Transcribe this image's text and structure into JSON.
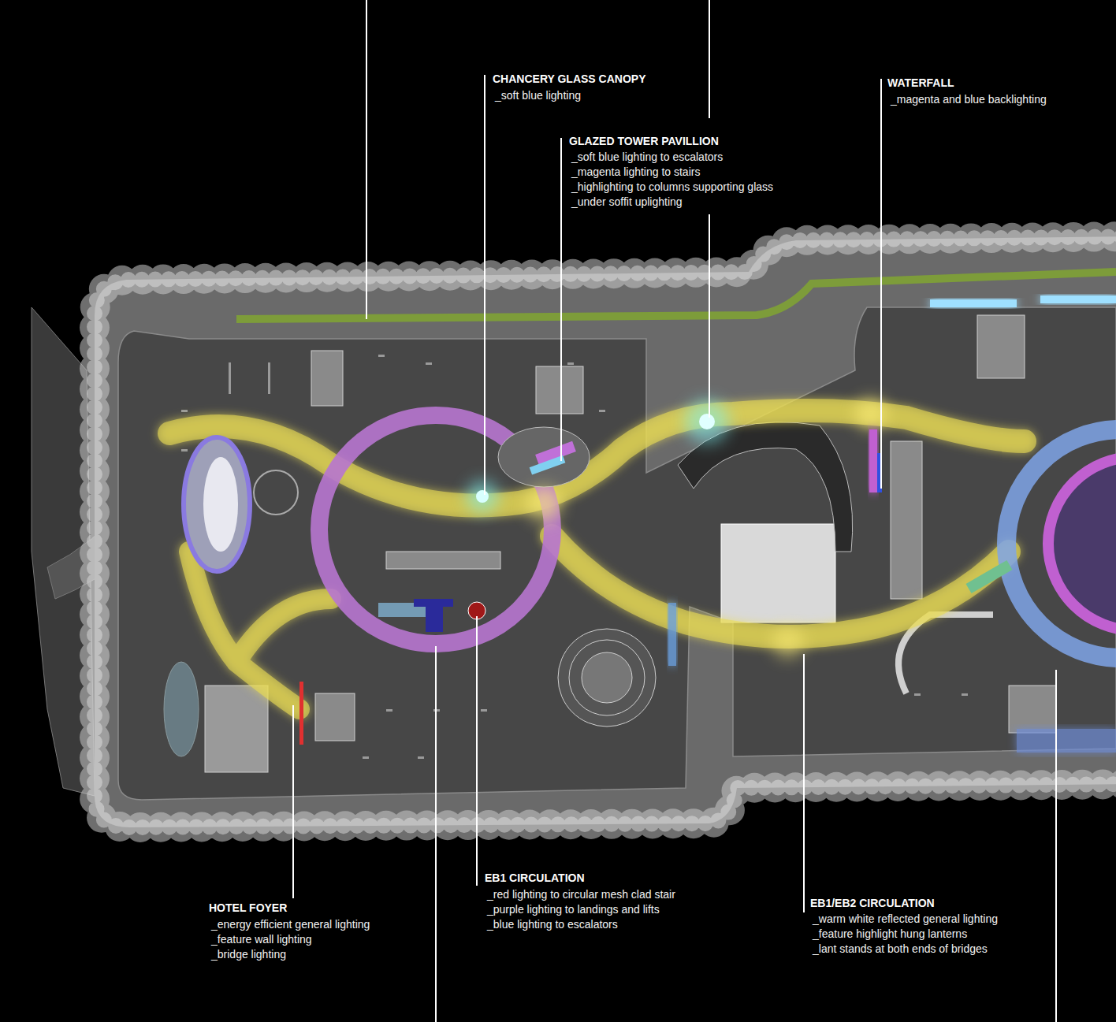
{
  "diagram": {
    "labels": [
      "CHANCERY GLASS CANOPY",
      "_soft blue lighting",
      "GLAZED TOWER PAVILLION",
      "_soft blue lighting to escalators",
      "_magenta lighting to stairs",
      "_highlighting to columns supporting glass",
      "_under soffit uplighting",
      "WATERFALL",
      "_magenta and blue backlighting",
      "HOTEL FOYER",
      "_energy efficient general lighting",
      "_feature wall lighting",
      "_bridge lighting",
      "EB1 CIRCULATION",
      "_red lighting to circular mesh clad stair",
      "_purple lighting to landings and lifts",
      "_blue lighting to escalators",
      "EB1/EB2 CIRCULATION",
      "_warm white reflected general lighting",
      "_feature highlight hung lanterns",
      "_lant stands at both ends of bridges"
    ]
  }
}
